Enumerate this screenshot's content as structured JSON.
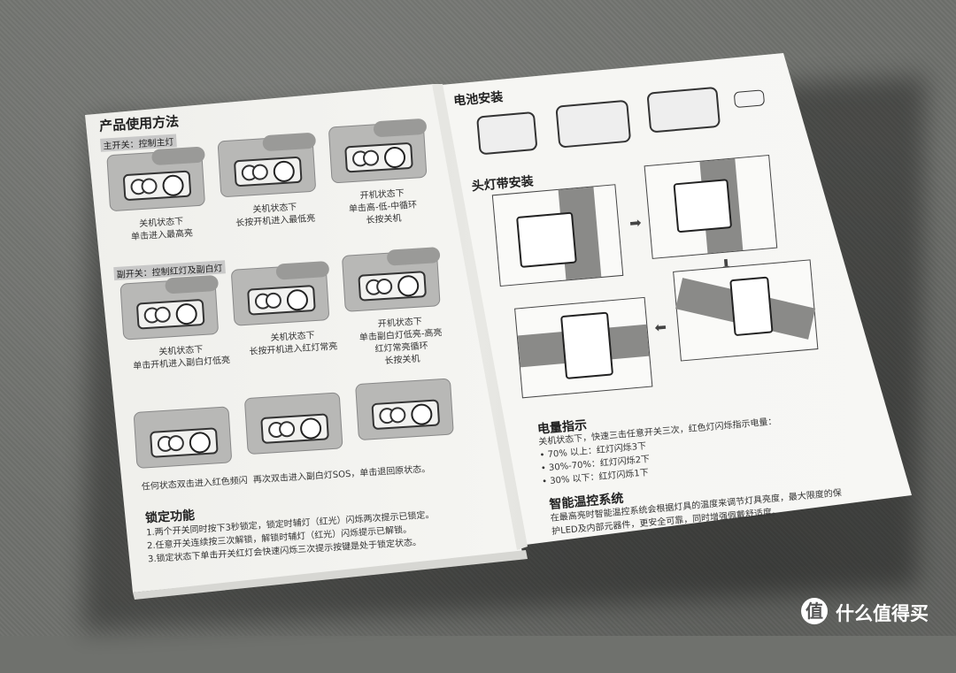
{
  "left_page": {
    "title": "产品使用方法",
    "main_switch": {
      "heading": "主开关：控制主灯",
      "captions": [
        "关机状态下\n单击进入最高亮",
        "关机状态下\n长按开机进入最低亮",
        "开机状态下\n单击高-低-中循环\n长按关机"
      ]
    },
    "sub_switch": {
      "heading": "副开关：控制红灯及副白灯",
      "captions": [
        "关机状态下\n单击开机进入副白灯低亮",
        "关机状态下\n长按开机进入红灯常亮",
        "开机状态下\n单击副白灯低亮-高亮\n红灯常亮循环\n长按关机"
      ]
    },
    "any_state_note": "任何状态双击进入红色频闪  再次双击进入副白灯SOS，单击退回原状态。",
    "lock": {
      "title": "锁定功能",
      "lines": [
        "1.两个开关同时按下3秒锁定，锁定时辅灯（红光）闪烁两次提示已锁定。",
        "2.任意开关连续按三次解锁，解锁时辅灯（红光）闪烁提示已解锁。",
        "3.锁定状态下单击开关红灯会快速闪烁三次提示按键是处于锁定状态。"
      ]
    }
  },
  "right_page": {
    "battery_install": "电池安装",
    "strap_install": "头灯带安装",
    "power": {
      "title": "电量指示",
      "lines": [
        "关机状态下，快速三击任意开关三次，红色灯闪烁指示电量：",
        "• 70% 以上：红灯闪烁3下",
        "• 30%-70%：红灯闪烁2下",
        "• 30% 以下：红灯闪烁1下"
      ]
    },
    "thermal": {
      "title": "智能温控系统",
      "lines": [
        "在最高亮时智能温控系统会根据灯具的温度来调节灯具亮度，最大限度的保",
        "护LED及内部元器件，更安全可靠，同时增强佩戴舒适度。"
      ]
    }
  },
  "watermark": {
    "icon_glyph": "值",
    "text": "什么值得买"
  }
}
